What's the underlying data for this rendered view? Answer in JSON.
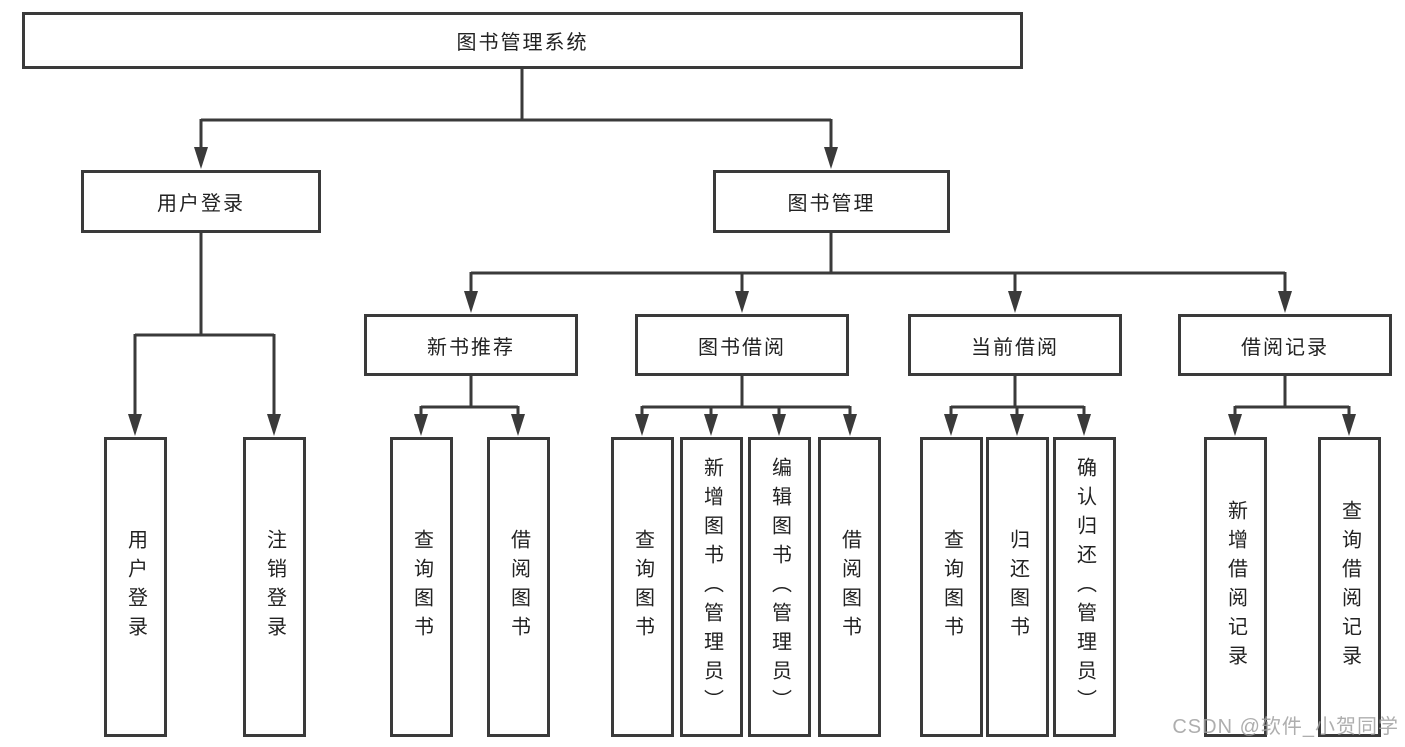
{
  "diagram": {
    "title": "图书管理系统",
    "type": "hierarchy-tree",
    "colors": {
      "background": "#ffffff",
      "line": "#3a3a3a",
      "box_border": "#3a3a3a",
      "box_fill": "#ffffff",
      "text": "#222222",
      "watermark": "#a9a9a9"
    },
    "nodes": {
      "root": {
        "label": "图书管理系统"
      },
      "userLogin": {
        "label": "用户登录"
      },
      "bookManagement": {
        "label": "图书管理"
      },
      "newBookRecommend": {
        "label": "新书推荐"
      },
      "bookBorrowing": {
        "label": "图书借阅"
      },
      "currentBorrowing": {
        "label": "当前借阅"
      },
      "borrowingRecords": {
        "label": "借阅记录"
      },
      "leafUserLogin": {
        "label": "用户登录"
      },
      "leafLogout": {
        "label": "注销登录"
      },
      "leafQueryBooksA": {
        "label": "查询图书"
      },
      "leafBorrowBooksA": {
        "label": "借阅图书"
      },
      "leafQueryBooksB": {
        "label": "查询图书"
      },
      "leafAddBooks": {
        "label": "新增图书（管理员）"
      },
      "leafEditBooks": {
        "label": "编辑图书（管理员）"
      },
      "leafBorrowBooksB": {
        "label": "借阅图书"
      },
      "leafQueryBooksC": {
        "label": "查询图书"
      },
      "leafReturnBooks": {
        "label": "归还图书"
      },
      "leafConfirmReturn": {
        "label": "确认归还（管理员）"
      },
      "leafAddRecord": {
        "label": "新增借阅记录"
      },
      "leafQueryRecord": {
        "label": "查询借阅记录"
      }
    },
    "hierarchy": [
      {
        "parent": "图书管理系统",
        "children": [
          "用户登录",
          "图书管理"
        ]
      },
      {
        "parent": "用户登录",
        "children": [
          "用户登录",
          "注销登录"
        ]
      },
      {
        "parent": "图书管理",
        "children": [
          "新书推荐",
          "图书借阅",
          "当前借阅",
          "借阅记录"
        ]
      },
      {
        "parent": "新书推荐",
        "children": [
          "查询图书",
          "借阅图书"
        ]
      },
      {
        "parent": "图书借阅",
        "children": [
          "查询图书",
          "新增图书（管理员）",
          "编辑图书（管理员）",
          "借阅图书"
        ]
      },
      {
        "parent": "当前借阅",
        "children": [
          "查询图书",
          "归还图书",
          "确认归还（管理员）"
        ]
      },
      {
        "parent": "借阅记录",
        "children": [
          "新增借阅记录",
          "查询借阅记录"
        ]
      }
    ],
    "watermark": "CSDN @软件_小贺同学"
  }
}
